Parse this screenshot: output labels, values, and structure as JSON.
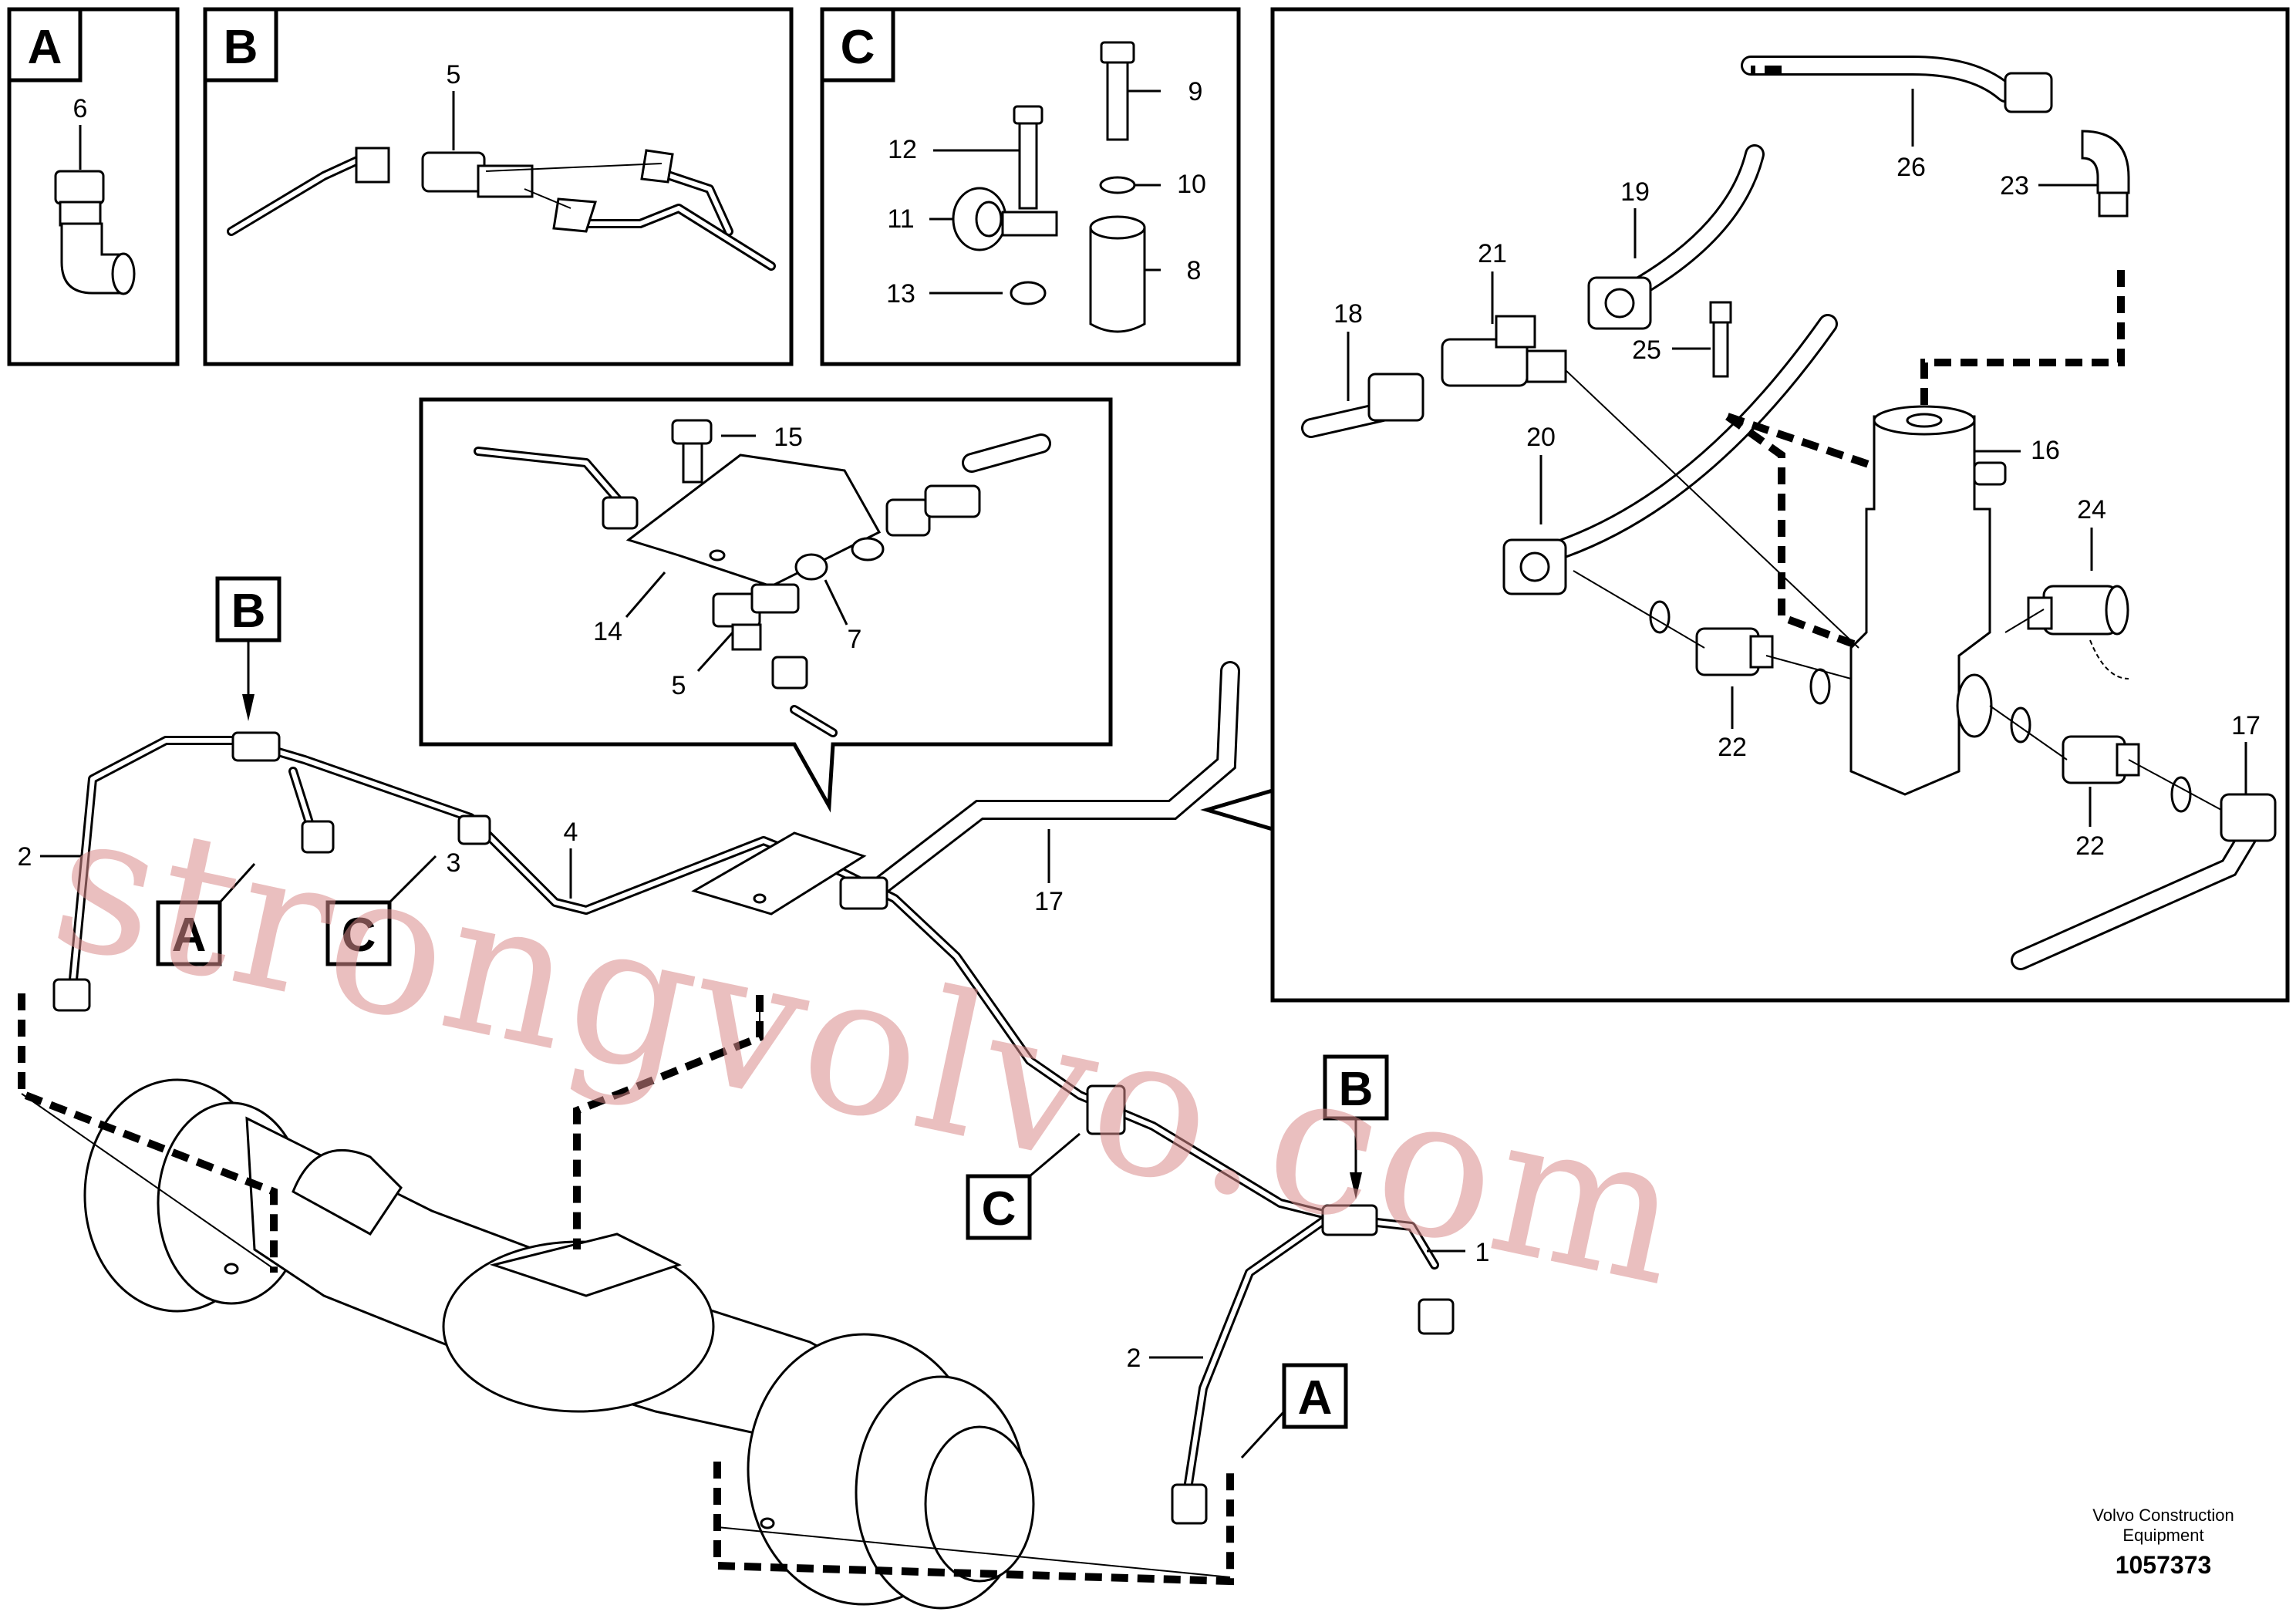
{
  "detail_boxes": {
    "a": {
      "letter": "A",
      "part": "6"
    },
    "b": {
      "letter": "B",
      "part": "5"
    },
    "c": {
      "letter": "C",
      "parts": [
        "9",
        "12",
        "10",
        "11",
        "8",
        "13"
      ]
    },
    "valve": {
      "parts": [
        "26",
        "23",
        "19",
        "21",
        "18",
        "25",
        "16",
        "20",
        "24",
        "22",
        "22",
        "17"
      ]
    },
    "bracket": {
      "parts": [
        "15",
        "14",
        "7",
        "5"
      ]
    }
  },
  "main_labels": {
    "b_top": "B",
    "a_left": "A",
    "c_left": "C",
    "b_right": "B",
    "c_center": "C",
    "a_right": "A",
    "p2_left": "2",
    "p3": "3",
    "p4": "4",
    "p17": "17",
    "p1": "1",
    "p2_right": "2"
  },
  "watermark": "strongvolvo.com",
  "footer": {
    "company_line1": "Volvo Construction",
    "company_line2": "Equipment",
    "drawing_number": "1057373"
  }
}
